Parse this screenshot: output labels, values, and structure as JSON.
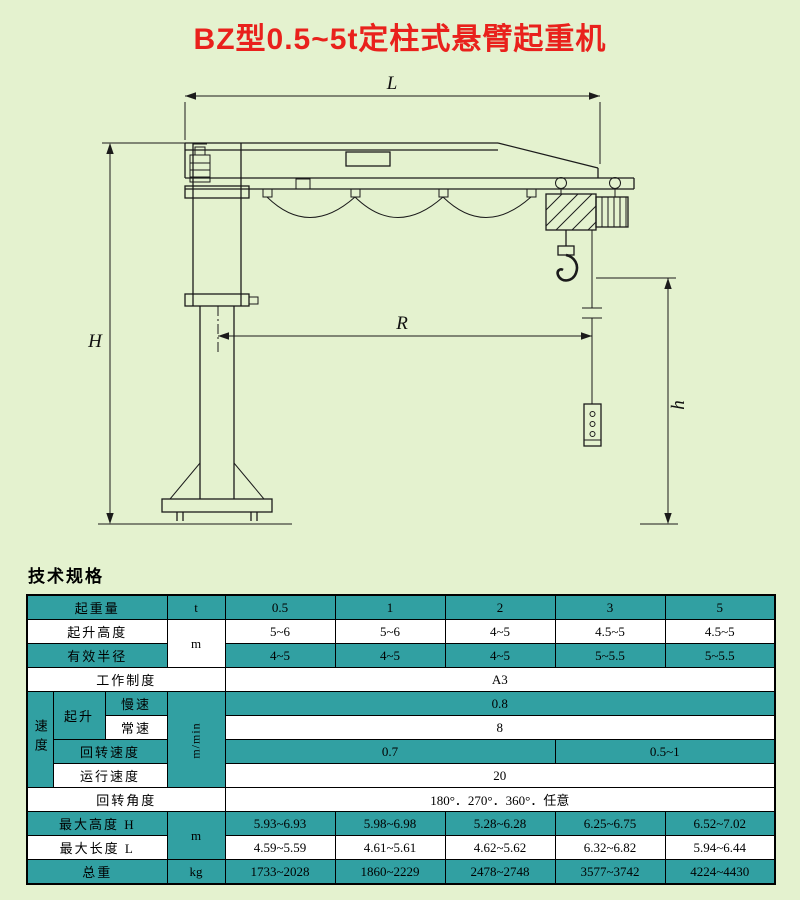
{
  "page": {
    "title": "BZ型0.5~5t定柱式悬臂起重机",
    "section_heading": "技术规格"
  },
  "drawing": {
    "dim_labels": {
      "L": "L",
      "H": "H",
      "R": "R",
      "h": "h"
    }
  },
  "table": {
    "capacity": {
      "label": "起重量",
      "unit": "t",
      "values": [
        "0.5",
        "1",
        "2",
        "3",
        "5"
      ]
    },
    "lift_height": {
      "label": "起升高度",
      "unit": "m",
      "values": [
        "5~6",
        "5~6",
        "4~5",
        "4.5~5",
        "4.5~5"
      ]
    },
    "radius": {
      "label": "有效半径",
      "values": [
        "4~5",
        "4~5",
        "4~5",
        "5~5.5",
        "5~5.5"
      ]
    },
    "duty": {
      "label": "工作制度",
      "value": "A3"
    },
    "speed": {
      "group_label": "速度",
      "lifting_label": "起升",
      "unit": "m/min",
      "slow": {
        "label": "慢速",
        "value": "0.8"
      },
      "normal": {
        "label": "常速",
        "value": "8"
      },
      "slew": {
        "label": "回转速度",
        "value1": "0.7",
        "value2": "0.5~1"
      },
      "travel": {
        "label": "运行速度",
        "value": "20"
      }
    },
    "slew_angle": {
      "label": "回转角度",
      "value": "180°．270°．360°．任意"
    },
    "max_height": {
      "label": "最大高度 H",
      "unit": "m",
      "values": [
        "5.93~6.93",
        "5.98~6.98",
        "5.28~6.28",
        "6.25~6.75",
        "6.52~7.02"
      ]
    },
    "max_length": {
      "label": "最大长度 L",
      "values": [
        "4.59~5.59",
        "4.61~5.61",
        "4.62~5.62",
        "6.32~6.82",
        "5.94~6.44"
      ]
    },
    "total_weight": {
      "label": "总重",
      "unit": "kg",
      "values": [
        "1733~2028",
        "1860~2229",
        "2478~2748",
        "3577~3742",
        "4224~4430"
      ]
    }
  }
}
